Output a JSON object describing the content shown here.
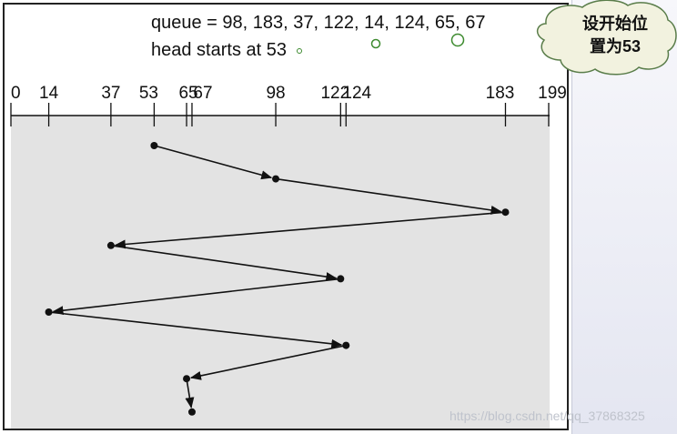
{
  "caption": {
    "queue_text": "queue = 98, 183, 37, 122, 14, 124, 65, 67",
    "head_text": "head starts at 53"
  },
  "callout": {
    "line1": "设开始位",
    "line2_prefix": "置为",
    "line2_value": "53"
  },
  "watermark": "https://blog.csdn.net/qq_37868325",
  "colors": {
    "plot_bg": "#e3e3e3",
    "ink": "#111111",
    "callout_bg": "#f2f2df",
    "callout_border": "#5a7d4a",
    "bubble": "#3c8a2e"
  },
  "chart_data": {
    "type": "line",
    "xlim": [
      0,
      199
    ],
    "tick_labels": [
      "0",
      "14",
      "37",
      "53",
      "65",
      "67",
      "98",
      "122",
      "124",
      "183",
      "199"
    ],
    "tick_values": [
      0,
      14,
      37,
      53,
      65,
      67,
      98,
      122,
      124,
      183,
      199
    ],
    "head_start": 53,
    "queue": [
      98,
      183,
      37,
      122,
      14,
      124,
      65,
      67
    ],
    "path": [
      53,
      98,
      183,
      37,
      122,
      14,
      124,
      65,
      67
    ]
  }
}
